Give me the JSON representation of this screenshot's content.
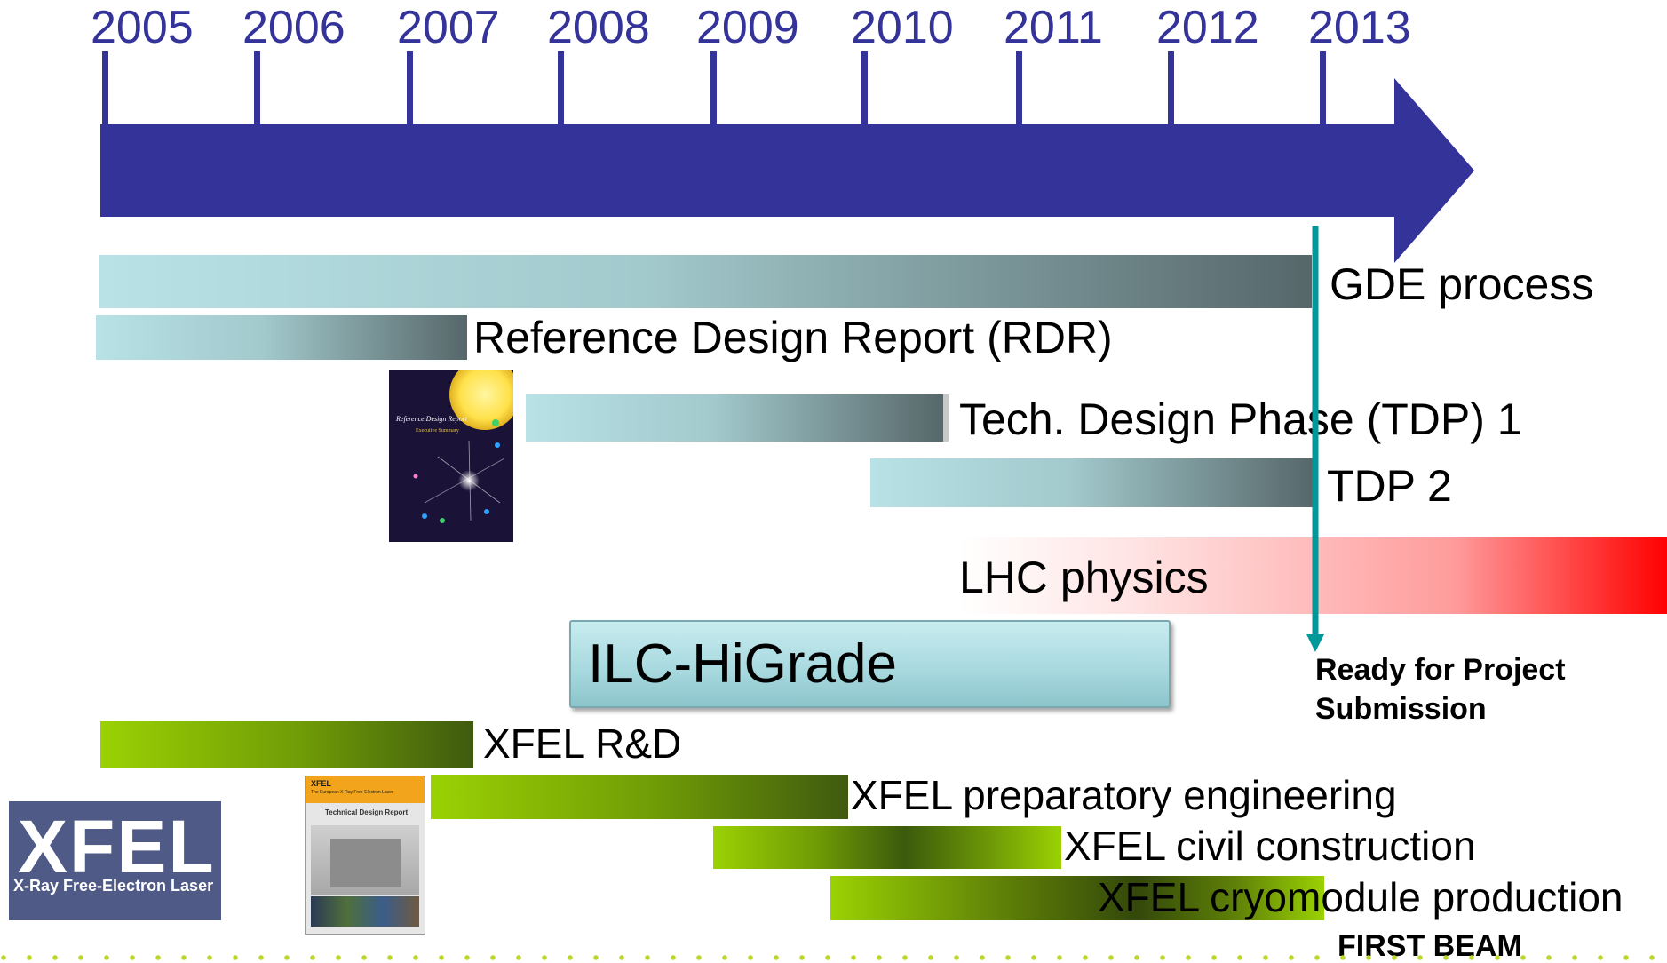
{
  "timeline": {
    "years": [
      "2005",
      "2006",
      "2007",
      "2008",
      "2009",
      "2010",
      "2011",
      "2012",
      "2013"
    ],
    "arrow_color": "#333399"
  },
  "bars": {
    "gde": {
      "label": "GDE process"
    },
    "rdr": {
      "label": "Reference Design Report (RDR)"
    },
    "tdp1": {
      "label": "Tech. Design Phase (TDP) 1"
    },
    "tdp2": {
      "label": "TDP 2"
    },
    "lhc": {
      "label": "LHC physics"
    },
    "ilc_higrade": {
      "label": "ILC-HiGrade"
    }
  },
  "marker": {
    "line1": "Ready for Project",
    "line2": "Submission",
    "color": "#009999"
  },
  "xfel_bars": {
    "rnd": {
      "label": "XFEL R&D"
    },
    "prep": {
      "label": "XFEL preparatory engineering"
    },
    "civil": {
      "label": "XFEL civil construction"
    },
    "cryo": {
      "label": "XFEL cryomodule production"
    }
  },
  "first_beam": "FIRST BEAM",
  "rdr_cover": {
    "line1": "Reference Design Report",
    "line2": "Executive Summary"
  },
  "xfel_tdr_cover": {
    "brand": "XFEL",
    "subtitle": "The European X-Ray Free-Electron Laser",
    "title": "Technical Design Report"
  },
  "xfel_logo": {
    "title": "XFEL",
    "subtitle": "X-Ray Free-Electron Laser"
  }
}
